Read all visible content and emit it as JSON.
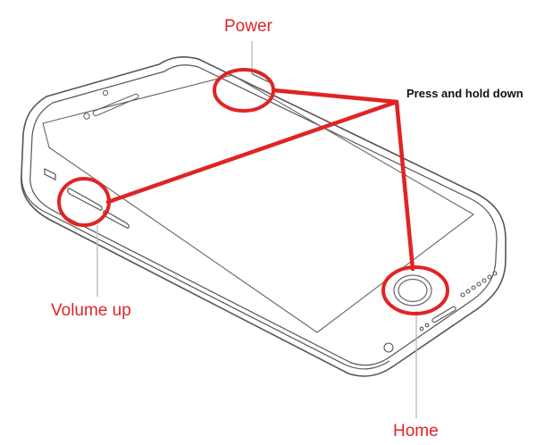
{
  "labels": {
    "power": "Power",
    "volume_up": "Volume up",
    "home": "Home",
    "instruction": "Press and hold down"
  },
  "colors": {
    "highlight": "#e02424",
    "outline": "#555555",
    "leader": "#bdbdbd",
    "instruction_text": "#111111"
  },
  "icons": {
    "phone": "phone-line-drawing",
    "callout": "circle-highlight"
  }
}
